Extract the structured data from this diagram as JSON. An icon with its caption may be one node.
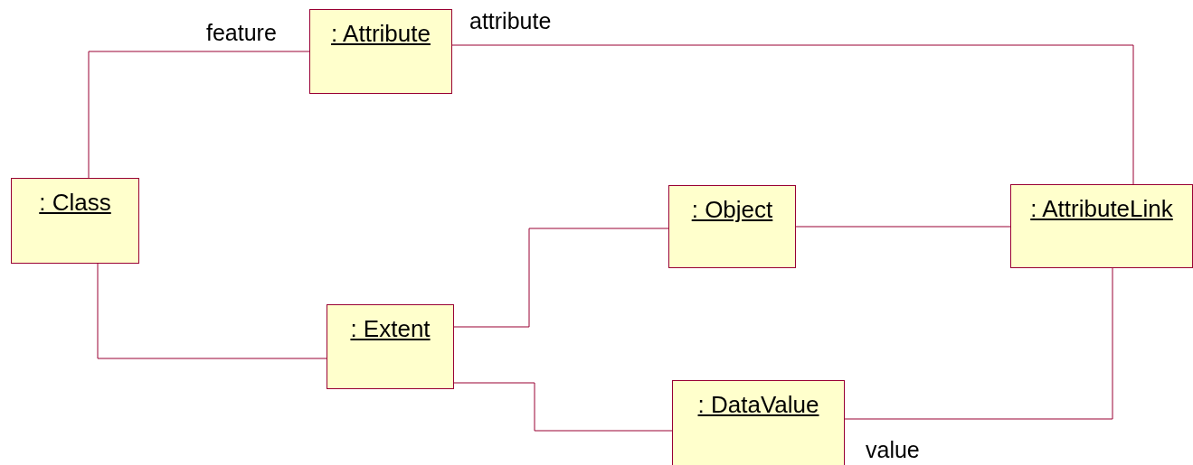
{
  "diagram": {
    "nodes": [
      {
        "text": [
          ": Attribute"
        ]
      },
      {
        "text": [
          ": Class"
        ]
      },
      {
        "text": [
          ": Object"
        ]
      },
      {
        "text": [
          ": AttributeLink"
        ]
      },
      {
        "text": [
          ": Extent"
        ]
      },
      {
        "text": [
          ": DataValue"
        ]
      }
    ],
    "edges": [
      {
        "from": 1,
        "to": 0,
        "arrow": "none",
        "label": "feature"
      },
      {
        "from": 0,
        "to": 3,
        "arrow": "none",
        "label": "attribute"
      },
      {
        "from": 1,
        "to": 4,
        "arrow": "none"
      },
      {
        "from": 4,
        "to": 2,
        "arrow": "none"
      },
      {
        "from": 2,
        "to": 3,
        "arrow": "none"
      },
      {
        "from": 4,
        "to": 5,
        "arrow": "none"
      },
      {
        "from": 5,
        "to": 3,
        "arrow": "none",
        "label": "value"
      }
    ]
  }
}
